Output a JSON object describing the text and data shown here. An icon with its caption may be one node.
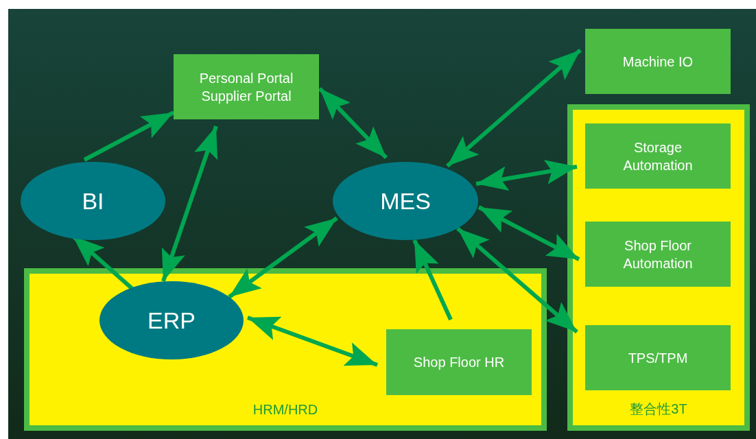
{
  "diagram": {
    "nodes": [
      {
        "text": [
          "Personal Portal",
          "Supplier Portal"
        ]
      },
      {
        "text": [
          "Machine IO"
        ]
      },
      {
        "text": [
          "BI"
        ]
      },
      {
        "text": [
          "MES"
        ]
      },
      {
        "text": [
          "HRM/HRD"
        ]
      },
      {
        "text": [
          "ERP"
        ],
        "in": 4
      },
      {
        "text": [
          "Shop Floor HR"
        ],
        "in": 4
      },
      {
        "text": [
          "整合性3T"
        ]
      },
      {
        "text": [
          "Storage Automation"
        ],
        "in": 7
      },
      {
        "text": [
          "Shop Floor Automation"
        ],
        "in": 7
      },
      {
        "text": [
          "TPS/TPM"
        ],
        "in": 7
      }
    ],
    "edges": [
      {
        "from": 2,
        "to": 0,
        "arrow": "to"
      },
      {
        "from": 5,
        "to": 2,
        "arrow": "to"
      },
      {
        "from": 5,
        "to": 0,
        "arrow": "both"
      },
      {
        "from": 5,
        "to": 3,
        "arrow": "both"
      },
      {
        "from": 5,
        "to": 6,
        "arrow": "both"
      },
      {
        "from": 6,
        "to": 3,
        "arrow": "to"
      },
      {
        "from": 0,
        "to": 3,
        "arrow": "both"
      },
      {
        "from": 3,
        "to": 1,
        "arrow": "both"
      },
      {
        "from": 3,
        "to": 8,
        "arrow": "both"
      },
      {
        "from": 3,
        "to": 9,
        "arrow": "both"
      },
      {
        "from": 3,
        "to": 10,
        "arrow": "both"
      }
    ]
  }
}
